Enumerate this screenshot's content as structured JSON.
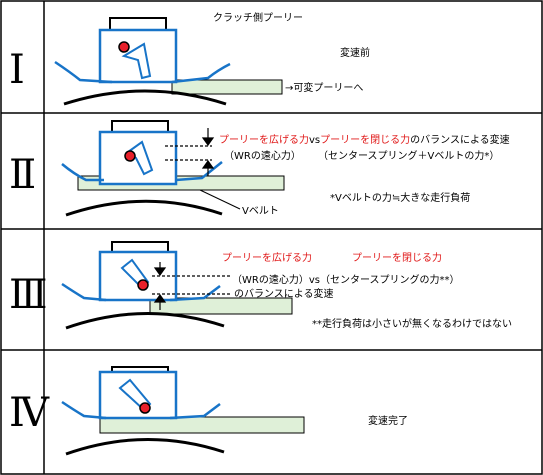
{
  "rows": [
    {
      "numeral": "Ⅰ",
      "title": "クラッチ側プーリー",
      "note": "変速前",
      "arrow_text": "→可変プーリーへ"
    },
    {
      "numeral": "Ⅱ",
      "force_line_red_1": "プーリーを広げる力",
      "force_line_vs": "vs",
      "force_line_red_2": "プーリーを閉じる力",
      "force_line_black": "のバランスによる変速",
      "wr_text": "（WRの遠心力）",
      "spring_text": "（センタースプリング＋Vベルトの力*）",
      "footnote": "*Vベルトの力≒大きな走行負荷",
      "belt_label": "Vベルト"
    },
    {
      "numeral": "Ⅲ",
      "open_force": "プーリーを広げる力",
      "close_force": "プーリーを閉じる力",
      "vs_line": "（WRの遠心力）vs（センタースプリングの力**）",
      "balance_text": "のバランスによる変速",
      "footnote": "**走行負荷は小さいが無くなるわけではない"
    },
    {
      "numeral": "Ⅳ",
      "note": "変速完了"
    }
  ],
  "colors": {
    "pulley_blue": "#1874c8",
    "belt_green": "#dff0d8",
    "weight_red": "#e8202a",
    "label_red": "#e01818"
  }
}
